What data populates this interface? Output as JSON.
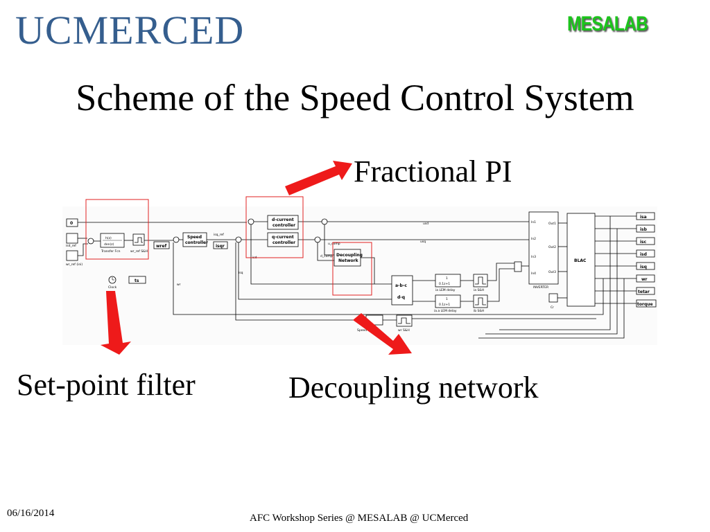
{
  "logos": {
    "university": "UCMERCED",
    "lab": "MESALAB"
  },
  "slide": {
    "title": "Scheme of the Speed Control System",
    "date": "06/16/2014",
    "footer": "AFC Workshop Series @ MESALAB @ UCMerced"
  },
  "annotations": {
    "fractional_pi": "Fractional PI",
    "setpoint_filter": "Set-point filter",
    "decoupling_network": "Decoupling network"
  },
  "colors": {
    "ucm_blue": "#355e8e",
    "mesalab_green": "#1cc41c",
    "arrow_red": "#ee1a1a"
  },
  "diagram": {
    "blocks": {
      "const0": "0",
      "isd_ref": "isd_ref",
      "wr_ref": "wr_ref",
      "wr_ref_ini": "wr_ref (ini)",
      "tf_top": "h(z)",
      "tf_mid": "den(z)",
      "tf_caption": "Transfer Fcn",
      "wr_ref_sh": "wr_ref S&H",
      "wref": "wref",
      "speed_l1": "Speed",
      "speed_l2": "controller",
      "isq_ref": "isq_ref",
      "isqr": "isqr",
      "dcur_l1": "d-current",
      "dcur_l2": "controller",
      "qcur_l1": "q-current",
      "qcur_l2": "controller",
      "dec_l1": "Decoupling",
      "dec_l2": "Network",
      "usd": "usd",
      "usq": "usq",
      "uq_comp": "u_comp",
      "ud_comp": "d_comp",
      "isd_sig": "isd",
      "isq_sig": "isq",
      "abc": "a-b-c",
      "dq": "d-q",
      "zoh_num": "1",
      "zoh_den": "0.1z+1",
      "zoh_cap_a": "ia LEM delay",
      "zoh_cap_b": "ia.a LEM delay",
      "ia_sh": "ia S&H",
      "ib_sh": "ib S&H",
      "wr_sh": "wr S&H",
      "clock": "Clock",
      "ts": "ts",
      "inverter": "INVERTER",
      "in1": "In1",
      "in2": "In2",
      "in3": "In3",
      "in4": "In4",
      "out1": "Out1",
      "out2": "Out2",
      "out3": "Out3",
      "blac": "BLAC",
      "cr": "Cr",
      "wr_sig": "wr",
      "speed_block": "Speed"
    },
    "outputs": [
      "isa",
      "isb",
      "isc",
      "isd",
      "isq",
      "wr",
      "tetar",
      "torque"
    ]
  }
}
